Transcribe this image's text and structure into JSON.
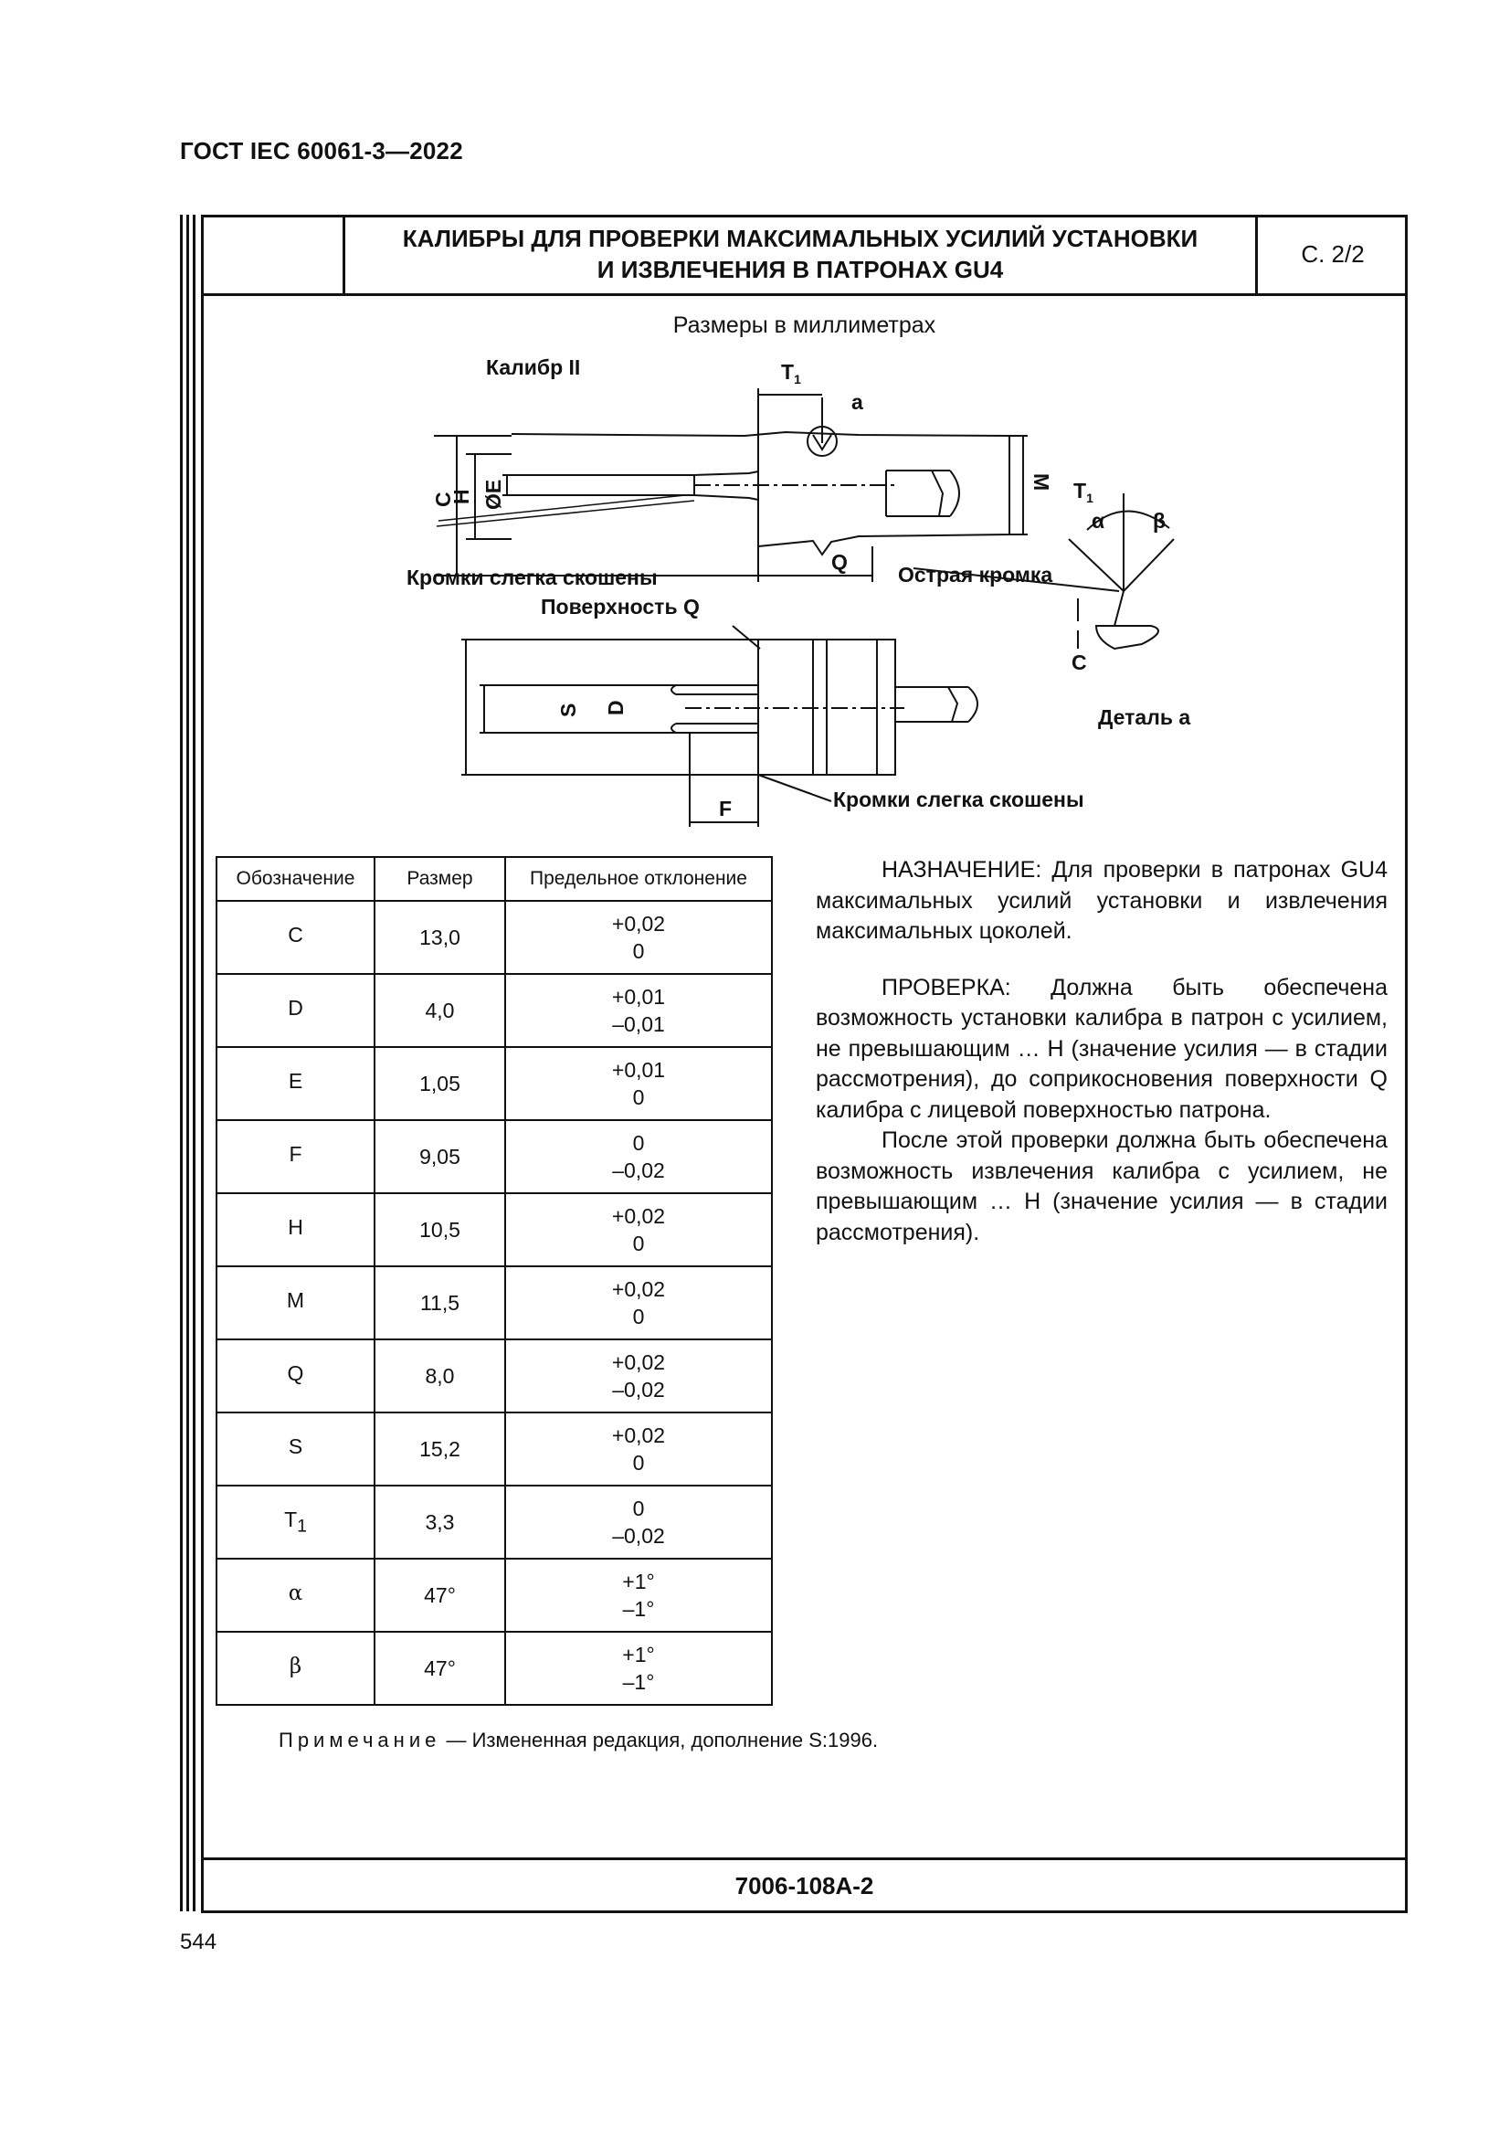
{
  "header": {
    "standard": "ГОСТ IEC 60061-3—2022"
  },
  "sheet": {
    "title_line1": "КАЛИБРЫ ДЛЯ ПРОВЕРКИ МАКСИМАЛЬНЫХ УСИЛИЙ УСТАНОВКИ",
    "title_line2": "И ИЗВЛЕЧЕНИЯ В ПАТРОНАХ GU4",
    "page": "С. 2/2",
    "units": "Размеры в миллиметрах",
    "code": "7006-108A-2"
  },
  "drawing": {
    "gauge_title": "Калибр II",
    "dim_T1": "T",
    "dim_T1_sub": "1",
    "dim_C": "C",
    "dim_H": "H",
    "dim_E": "ØE",
    "dim_M": "M",
    "dim_Q": "Q",
    "dim_S": "S",
    "dim_D": "D",
    "dim_F": "F",
    "label_a": "a",
    "edges_top": "Кромки слегка скошены",
    "surface_q": "Поверхность Q",
    "edges_bottom": "Кромки слегка скошены",
    "sharp_edge": "Острая кромка",
    "alpha": "α",
    "beta": "β",
    "detail": "Деталь a"
  },
  "table": {
    "headers": [
      "Обозначение",
      "Размер",
      "Предельное отклонение"
    ],
    "rows": [
      {
        "sym": "C",
        "sub": "",
        "size": "13,0",
        "upper": "+0,02",
        "lower": "0"
      },
      {
        "sym": "D",
        "sub": "",
        "size": "4,0",
        "upper": "+0,01",
        "lower": "–0,01"
      },
      {
        "sym": "E",
        "sub": "",
        "size": "1,05",
        "upper": "+0,01",
        "lower": "0"
      },
      {
        "sym": "F",
        "sub": "",
        "size": "9,05",
        "upper": "0",
        "lower": "–0,02"
      },
      {
        "sym": "H",
        "sub": "",
        "size": "10,5",
        "upper": "+0,02",
        "lower": "0"
      },
      {
        "sym": "M",
        "sub": "",
        "size": "11,5",
        "upper": "+0,02",
        "lower": "0"
      },
      {
        "sym": "Q",
        "sub": "",
        "size": "8,0",
        "upper": "+0,02",
        "lower": "–0,02"
      },
      {
        "sym": "S",
        "sub": "",
        "size": "15,2",
        "upper": "+0,02",
        "lower": "0"
      },
      {
        "sym": "T",
        "sub": "1",
        "size": "3,3",
        "upper": "0",
        "lower": "–0,02"
      },
      {
        "sym": "α",
        "sub": "",
        "size": "47°",
        "upper": "+1°",
        "lower": "–1°"
      },
      {
        "sym": "β",
        "sub": "",
        "size": "47°",
        "upper": "+1°",
        "lower": "–1°"
      }
    ]
  },
  "text": {
    "purpose": "НАЗНАЧЕНИЕ: Для проверки в патронах GU4 максимальных усилий установки и извлечения максимальных цоколей.",
    "check": "ПРОВЕРКА: Должна быть обеспечена возможность установки калибра в патрон с усилием, не превышающим … Н (значение усилия — в стадии рассмотрения), до соприкосновения поверхности Q калибра с лицевой поверхностью патрона.",
    "after": "После этой проверки должна быть обеспечена возможность извлечения калибра с усилием, не превышающим … Н (значение усилия — в стадии рассмотрения).",
    "note_prefix": "Примечание",
    "note_rest": " — Измененная редакция, дополнение S:1996."
  },
  "footer": {
    "page_number": "544"
  }
}
